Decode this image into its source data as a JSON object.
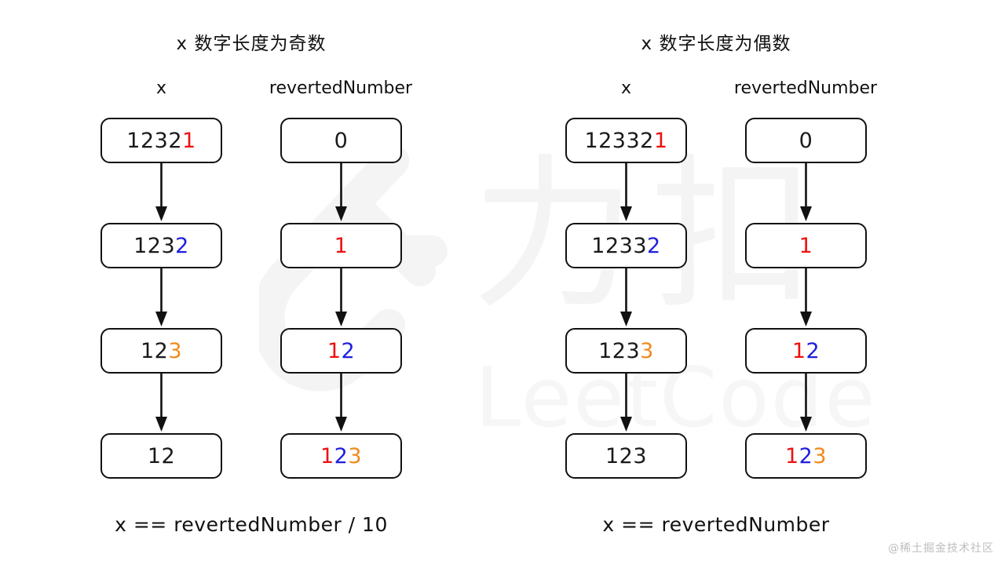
{
  "page": {
    "background_color": "#ffffff",
    "corner_watermark": "@稀土掘金技术社区",
    "background_watermark": {
      "cjk_text": "力扣",
      "brand_text": "LeetCode",
      "logo_icon": "leetcode-logo-icon",
      "color": "#f4f4f4"
    }
  },
  "colors": {
    "digit_black": "#1a1a1a",
    "digit_red": "#ee1111",
    "digit_blue": "#2020dd",
    "digit_orange": "#f08a1c",
    "box_border": "#111111",
    "arrow": "#111111"
  },
  "panels": [
    {
      "id": "odd-length",
      "title": "x 数字长度为奇数",
      "footer": "x == revertedNumber / 10",
      "columns": [
        {
          "id": "x",
          "header": "x",
          "nodes": [
            {
              "text": "12321",
              "segments": [
                {
                  "text": "1232",
                  "color": "digit_black"
                },
                {
                  "text": "1",
                  "color": "digit_red"
                }
              ]
            },
            {
              "text": "1232",
              "segments": [
                {
                  "text": "123",
                  "color": "digit_black"
                },
                {
                  "text": "2",
                  "color": "digit_blue"
                }
              ]
            },
            {
              "text": "123",
              "segments": [
                {
                  "text": "12",
                  "color": "digit_black"
                },
                {
                  "text": "3",
                  "color": "digit_orange"
                }
              ]
            },
            {
              "text": "12",
              "segments": [
                {
                  "text": "12",
                  "color": "digit_black"
                }
              ]
            }
          ]
        },
        {
          "id": "revertedNumber",
          "header": "revertedNumber",
          "nodes": [
            {
              "text": "0",
              "segments": [
                {
                  "text": "0",
                  "color": "digit_black"
                }
              ]
            },
            {
              "text": "1",
              "segments": [
                {
                  "text": "1",
                  "color": "digit_red"
                }
              ]
            },
            {
              "text": "12",
              "segments": [
                {
                  "text": "1",
                  "color": "digit_red"
                },
                {
                  "text": "2",
                  "color": "digit_blue"
                }
              ]
            },
            {
              "text": "123",
              "segments": [
                {
                  "text": "1",
                  "color": "digit_red"
                },
                {
                  "text": "2",
                  "color": "digit_blue"
                },
                {
                  "text": "3",
                  "color": "digit_orange"
                }
              ]
            }
          ]
        }
      ]
    },
    {
      "id": "even-length",
      "title": "x 数字长度为偶数",
      "footer": "x == revertedNumber",
      "columns": [
        {
          "id": "x",
          "header": "x",
          "nodes": [
            {
              "text": "123321",
              "segments": [
                {
                  "text": "12332",
                  "color": "digit_black"
                },
                {
                  "text": "1",
                  "color": "digit_red"
                }
              ]
            },
            {
              "text": "12332",
              "segments": [
                {
                  "text": "1233",
                  "color": "digit_black"
                },
                {
                  "text": "2",
                  "color": "digit_blue"
                }
              ]
            },
            {
              "text": "1233",
              "segments": [
                {
                  "text": "123",
                  "color": "digit_black"
                },
                {
                  "text": "3",
                  "color": "digit_orange"
                }
              ]
            },
            {
              "text": "123",
              "segments": [
                {
                  "text": "123",
                  "color": "digit_black"
                }
              ]
            }
          ]
        },
        {
          "id": "revertedNumber",
          "header": "revertedNumber",
          "nodes": [
            {
              "text": "0",
              "segments": [
                {
                  "text": "0",
                  "color": "digit_black"
                }
              ]
            },
            {
              "text": "1",
              "segments": [
                {
                  "text": "1",
                  "color": "digit_red"
                }
              ]
            },
            {
              "text": "12",
              "segments": [
                {
                  "text": "1",
                  "color": "digit_red"
                },
                {
                  "text": "2",
                  "color": "digit_blue"
                }
              ]
            },
            {
              "text": "123",
              "segments": [
                {
                  "text": "1",
                  "color": "digit_red"
                },
                {
                  "text": "2",
                  "color": "digit_blue"
                },
                {
                  "text": "3",
                  "color": "digit_orange"
                }
              ]
            }
          ]
        }
      ]
    }
  ]
}
